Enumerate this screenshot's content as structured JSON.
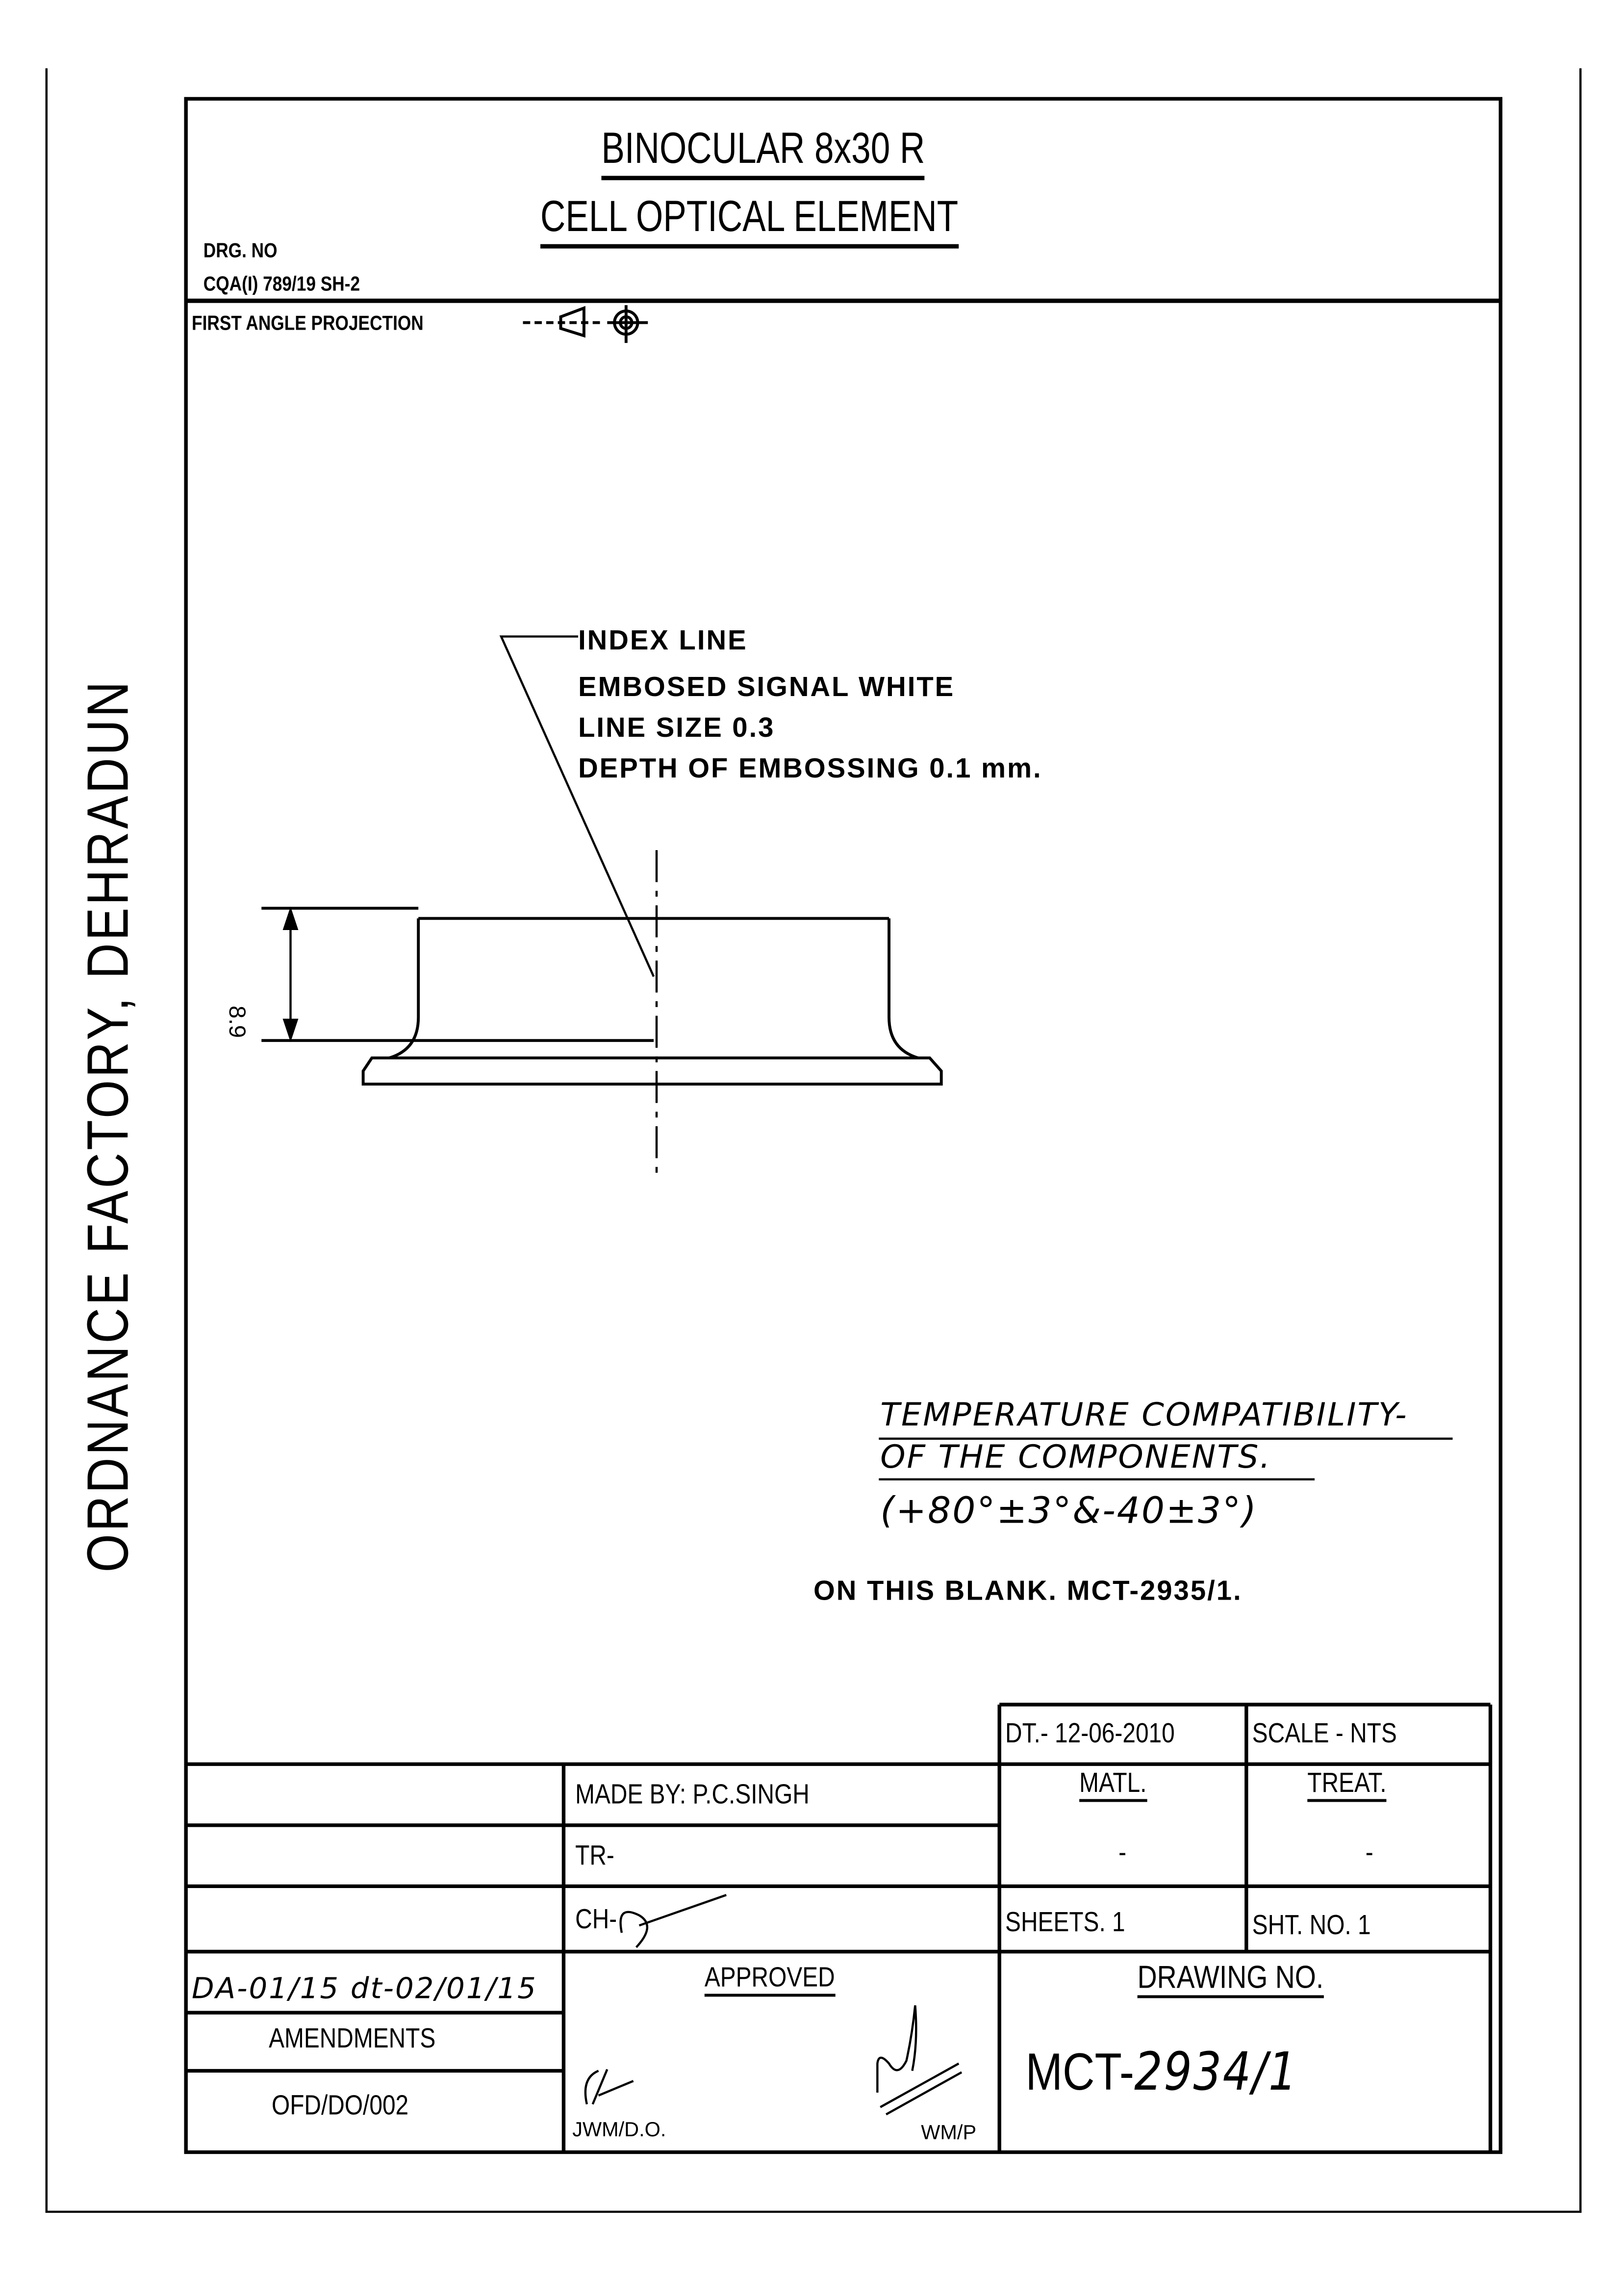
{
  "header": {
    "title_line1": "BINOCULAR 8x30 R",
    "title_line2": "CELL OPTICAL ELEMENT",
    "drg_no_label": "DRG. NO",
    "drg_no_value": "CQA(I) 789/19 SH-2",
    "projection_label": "FIRST ANGLE PROJECTION"
  },
  "side_label": "ORDNANCE FACTORY, DEHRADUN",
  "drawing": {
    "dimension_label": "8.9",
    "note_lines": [
      "INDEX LINE",
      "EMBOSED SIGNAL WHITE",
      "LINE SIZE 0.3",
      "DEPTH OF EMBOSSING 0.1 mm."
    ],
    "temperature_line1": "TEMPERATURE COMPATIBILITY-",
    "temperature_line2": "OF THE COMPONENTS.",
    "temperature_range": "(+80°±3°&-40±3°)",
    "blank_note": "ON THIS BLANK. MCT-2935/1."
  },
  "title_block": {
    "date": "DT.- 12-06-2010",
    "scale": "SCALE - NTS",
    "made_by": "MADE BY: P.C.SINGH",
    "tr": "TR-",
    "ch": "CH-",
    "matl_label": "MATL.",
    "matl_value": "-",
    "treat_label": "TREAT.",
    "treat_value": "-",
    "sheets": "SHEETS. 1",
    "sht_no": "SHT. NO. 1",
    "amendment_ref": "DA-01/15 dt-02/01/15",
    "amendments_label": "AMENDMENTS",
    "form_no": "OFD/DO/002",
    "approved_label": "APPROVED",
    "approver_left": "JWM/D.O.",
    "approver_right": "WM/P",
    "drawing_no_label": "DRAWING NO.",
    "drawing_no_prefix": "MCT-",
    "drawing_no_value": "2934/1"
  }
}
